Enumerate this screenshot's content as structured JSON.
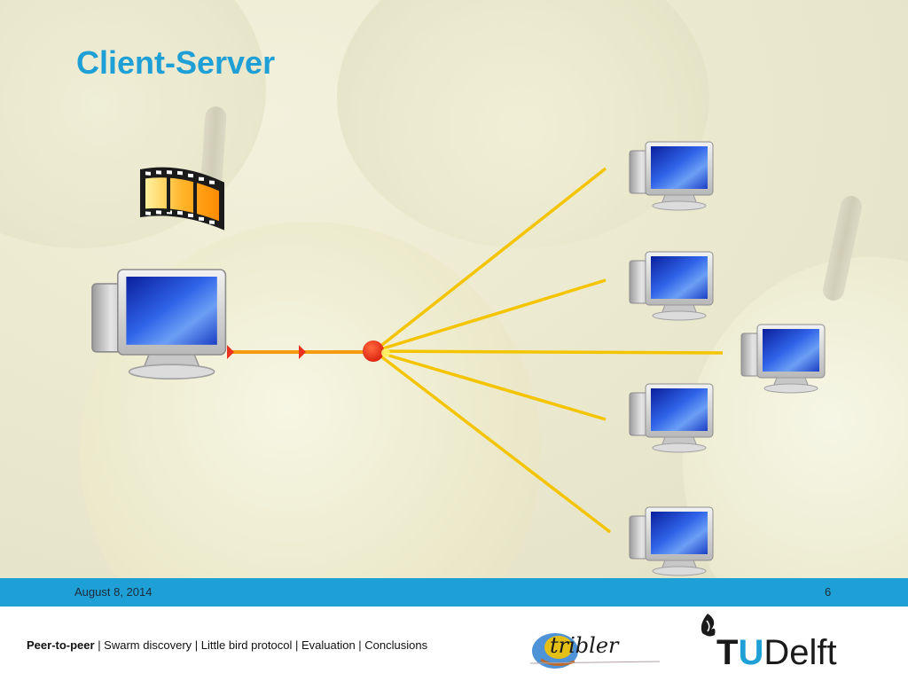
{
  "slide": {
    "title": "Client-Server",
    "date": "August 8, 2014",
    "page_number": "6"
  },
  "footer": {
    "current": "Peer-to-peer",
    "sections": [
      " | Swarm discovery ",
      " | Little bird protocol ",
      " | Evaluation ",
      " | Conclusions"
    ]
  },
  "logos": {
    "tribler": "tribler",
    "tudelft_t": "T",
    "tudelft_u": "U",
    "tudelft_rest": "Delft"
  },
  "colors": {
    "accent": "#1ea0d6",
    "link_line": "#f5c400",
    "upload_line": "#f39c12",
    "hub": "#e8321e"
  },
  "diagram": {
    "nodes": [
      "server-computer",
      "film-reel-icon",
      "hub",
      "client-1",
      "client-2",
      "client-3",
      "client-4",
      "client-5"
    ]
  }
}
